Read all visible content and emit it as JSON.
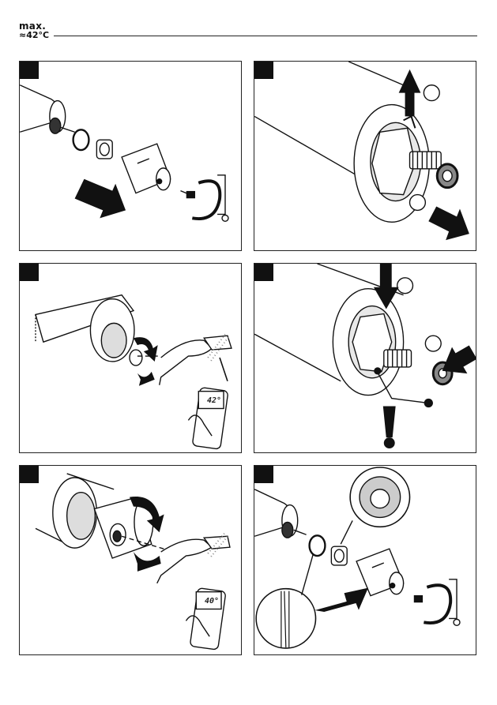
{
  "header": {
    "max_label": "max.",
    "temperature": "≈42°C"
  },
  "panels": [
    {
      "number": ""
    },
    {
      "number": ""
    },
    {
      "number": "",
      "display": "42°"
    },
    {
      "number": ""
    },
    {
      "number": "",
      "display": "40°"
    },
    {
      "number": ""
    }
  ]
}
